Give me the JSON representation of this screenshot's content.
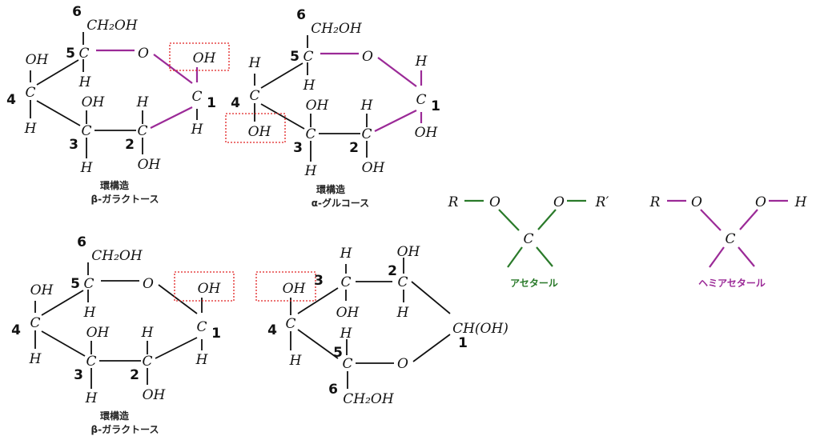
{
  "colors": {
    "acetal": "#2a7a2a",
    "hemiacetal": "#9b2a97",
    "highlight": "#e02020"
  },
  "s1": {
    "c6": "CH₂OH",
    "c": "C",
    "o": "O",
    "oh": "OH",
    "h": "H",
    "n1": "1",
    "n2": "2",
    "n3": "3",
    "n4": "4",
    "n5": "5",
    "n6": "6",
    "label1": "環構造",
    "label2": "β-ガラクトース"
  },
  "s2": {
    "c6": "CH₂OH",
    "c": "C",
    "o": "O",
    "oh": "OH",
    "h": "H",
    "n1": "1",
    "n2": "2",
    "n3": "3",
    "n4": "4",
    "n5": "5",
    "n6": "6",
    "label1": "環構造",
    "label2": "α-グルコース"
  },
  "s3": {
    "c6": "CH₂OH",
    "c": "C",
    "o": "O",
    "oh": "OH",
    "h": "H",
    "n1": "1",
    "n2": "2",
    "n3": "3",
    "n4": "4",
    "n5": "5",
    "n6": "6",
    "label1": "環構造",
    "label2": "β-ガラクトース"
  },
  "s4": {
    "c6": "CH₂OH",
    "c1": "CH(OH)",
    "c": "C",
    "o": "O",
    "oh": "OH",
    "h": "H",
    "n1": "1",
    "n2": "2",
    "n3": "3",
    "n4": "4",
    "n5": "5",
    "n6": "6"
  },
  "acetal": {
    "r": "R",
    "o": "O",
    "c": "C",
    "r2": "R′",
    "label": "アセタール"
  },
  "hemiacetal": {
    "r": "R",
    "o": "O",
    "c": "C",
    "h": "H",
    "label": "ヘミアセタール"
  }
}
